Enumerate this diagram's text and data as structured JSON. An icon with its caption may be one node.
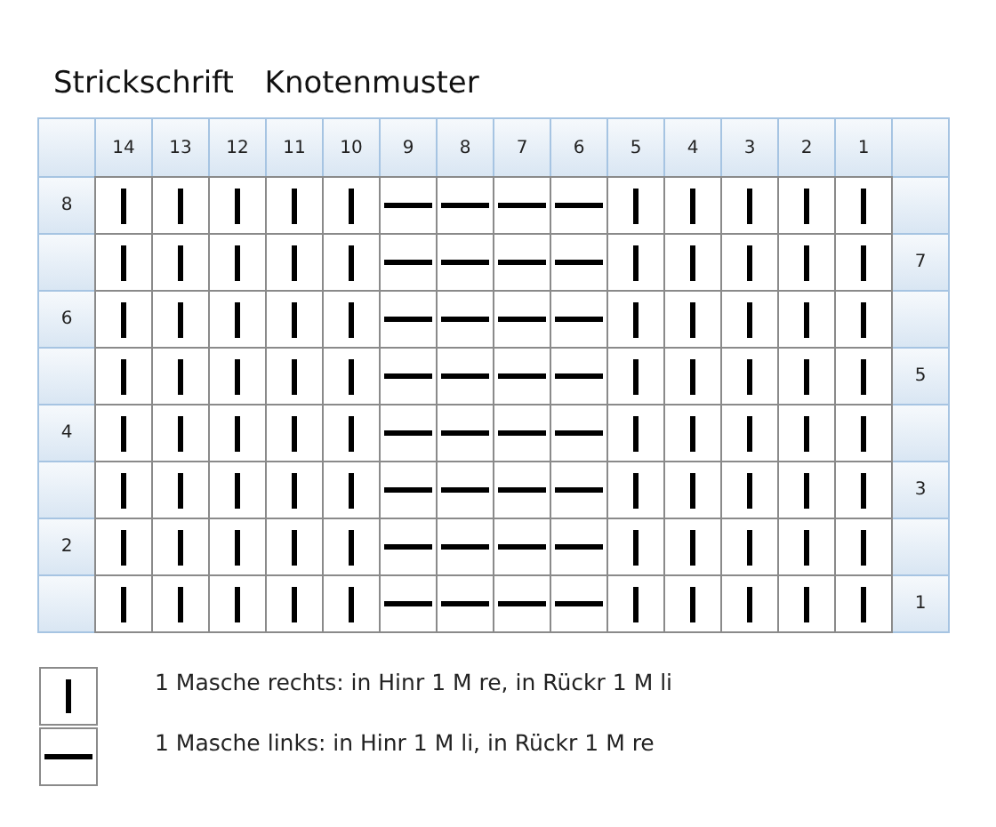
{
  "diagram": {
    "title": "Strickschrift Knotenmuster",
    "labels": [
      "14",
      "13",
      "12",
      "11",
      "10",
      "9",
      "8",
      "7",
      "6",
      "5",
      "4",
      "3",
      "2",
      "1",
      "8",
      "7",
      "6",
      "5",
      "4",
      "3",
      "2",
      "1"
    ],
    "legend": [
      {
        "text": "1 Masche rechts: in Hinr 1 M re, in Rückr 1 M li"
      },
      {
        "text": "1 Masche links: in Hinr 1 M li, in Rückr 1 M re"
      }
    ]
  }
}
